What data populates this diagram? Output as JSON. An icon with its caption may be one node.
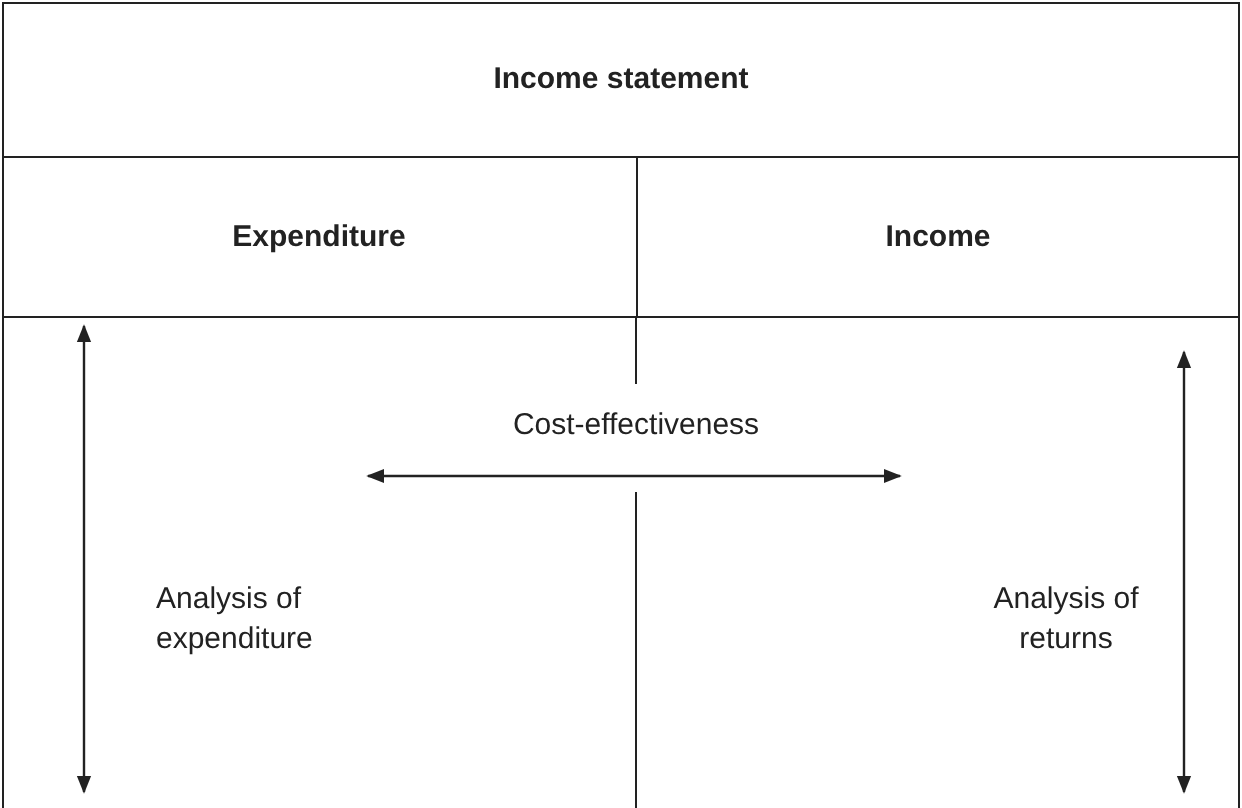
{
  "diagram": {
    "nodes": [
      {
        "text": [
          "Income statement"
        ]
      },
      {
        "text": [
          "Expenditure"
        ],
        "in": 0
      },
      {
        "text": [
          "Income"
        ],
        "in": 0
      }
    ],
    "labels": [
      "Cost-effectiveness",
      "Analysis of expenditure",
      "Analysis of returns"
    ]
  }
}
